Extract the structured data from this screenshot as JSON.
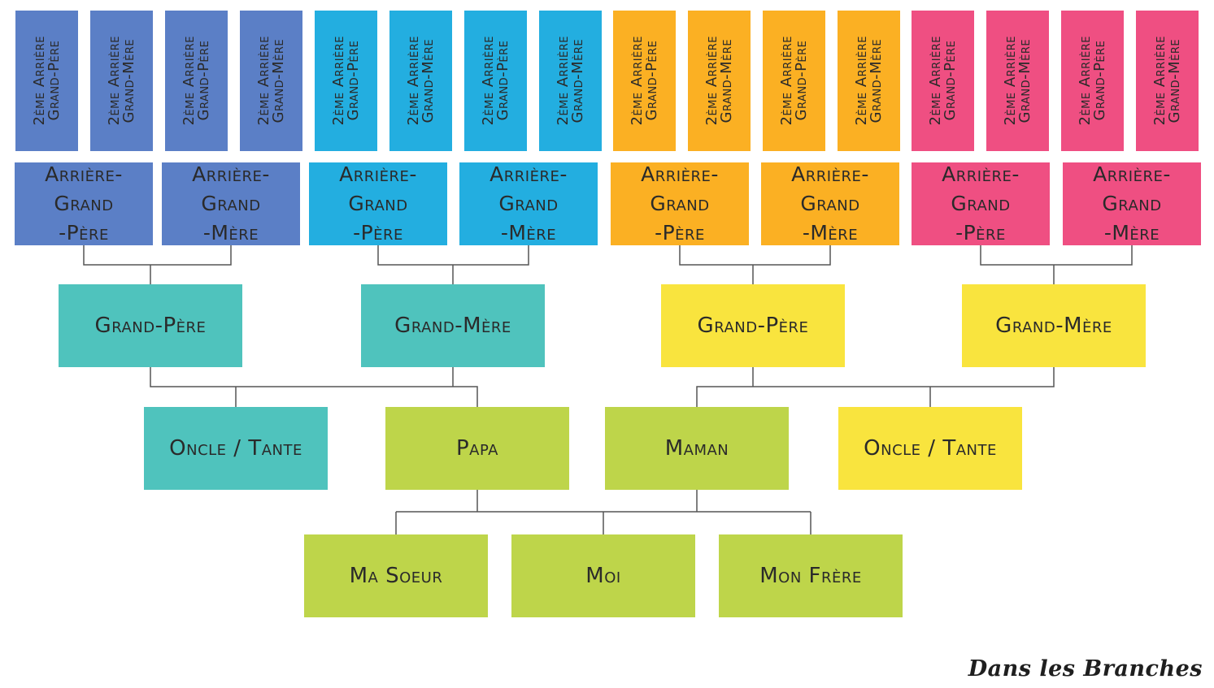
{
  "colors": {
    "blue": "#5b7fc6",
    "cyan": "#23aee0",
    "orange": "#fbb023",
    "pink": "#ef4f82",
    "teal": "#4fc3bd",
    "yellow": "#f9e43e",
    "lime": "#bed54a",
    "line": "#555555"
  },
  "gen4": {
    "group1": [
      {
        "line1": "2ème Arrière",
        "line2": "Grand-Père"
      },
      {
        "line1": "2ème Arrière",
        "line2": "Grand-Mère"
      },
      {
        "line1": "2ème Arrière",
        "line2": "Grand-Père"
      },
      {
        "line1": "2ème Arrière",
        "line2": "Grand-Mère"
      }
    ],
    "group2": [
      {
        "line1": "2ème Arrière",
        "line2": "Grand-Père"
      },
      {
        "line1": "2ème Arrière",
        "line2": "Grand-Mère"
      },
      {
        "line1": "2ème Arrière",
        "line2": "Grand-Père"
      },
      {
        "line1": "2ème Arrière",
        "line2": "Grand-Mère"
      }
    ],
    "group3": [
      {
        "line1": "2ème Arrière",
        "line2": "Grand-Père"
      },
      {
        "line1": "2ème Arrière",
        "line2": "Grand-Mère"
      },
      {
        "line1": "2ème Arrière",
        "line2": "Grand-Père"
      },
      {
        "line1": "2ème Arrière",
        "line2": "Grand-Mère"
      }
    ],
    "group4": [
      {
        "line1": "2ème Arrière",
        "line2": "Grand-Père"
      },
      {
        "line1": "2ème Arrière",
        "line2": "Grand-Mère"
      },
      {
        "line1": "2ème Arrière",
        "line2": "Grand-Père"
      },
      {
        "line1": "2ème Arrière",
        "line2": "Grand-Mère"
      }
    ]
  },
  "gen3": [
    {
      "line1": "Arrière-Grand",
      "line2": "-Père"
    },
    {
      "line1": "Arrière-Grand",
      "line2": "-Mère"
    },
    {
      "line1": "Arrière-Grand",
      "line2": "-Père"
    },
    {
      "line1": "Arrière-Grand",
      "line2": "-Mère"
    },
    {
      "line1": "Arrière-Grand",
      "line2": "-Père"
    },
    {
      "line1": "Arrière-Grand",
      "line2": "-Mère"
    },
    {
      "line1": "Arrière-Grand",
      "line2": "-Père"
    },
    {
      "line1": "Arrière-Grand",
      "line2": "-Mère"
    }
  ],
  "gen2": [
    "Grand-Père",
    "Grand-Mère",
    "Grand-Père",
    "Grand-Mère"
  ],
  "gen1": {
    "uncle_left": "Oncle / Tante",
    "papa": "Papa",
    "maman": "Maman",
    "uncle_right": "Oncle / Tante"
  },
  "gen0": {
    "sister": "Ma Soeur",
    "me": "Moi",
    "brother": "Mon Frère"
  },
  "brand": "Dans les Branches"
}
